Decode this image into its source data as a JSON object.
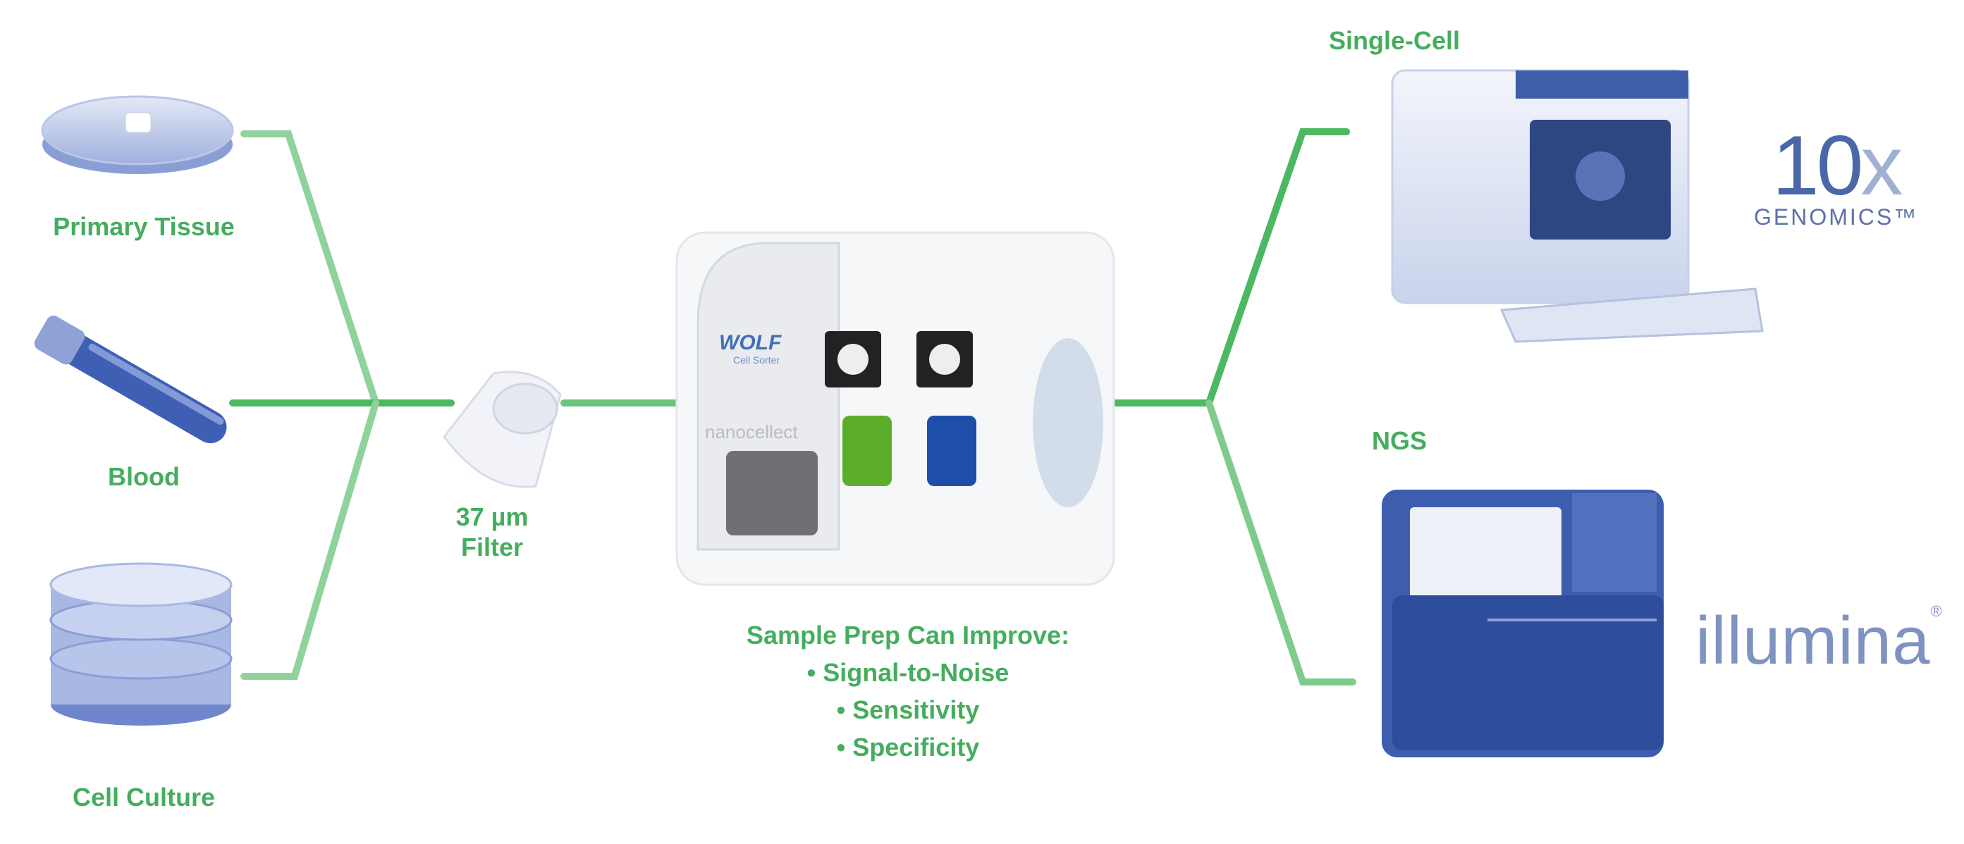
{
  "sources": [
    {
      "label": "Primary Tissue",
      "icon": "petri-dish-icon"
    },
    {
      "label": "Blood",
      "icon": "blood-tube-icon"
    },
    {
      "label": "Cell Culture",
      "icon": "culture-dish-stack-icon"
    }
  ],
  "filter": {
    "line1": "37 µm",
    "line2": "Filter"
  },
  "device": {
    "brand": "WOLF",
    "subtitle": "Cell Sorter",
    "maker": "nanocellect"
  },
  "benefits": {
    "title": "Sample Prep Can Improve:",
    "items": [
      "• Signal-to-Noise",
      "• Sensitivity",
      "• Specificity"
    ]
  },
  "outputs": [
    {
      "label": "Single-Cell",
      "logo_main": "10",
      "logo_x": "x",
      "logo_sub": "GENOMICS™"
    },
    {
      "label": "NGS",
      "logo_main": "illumina",
      "logo_mark": "®"
    }
  ],
  "colors": {
    "green": "#45ad5e",
    "blue": "#4a67a8",
    "line": "#5cbf6f"
  }
}
